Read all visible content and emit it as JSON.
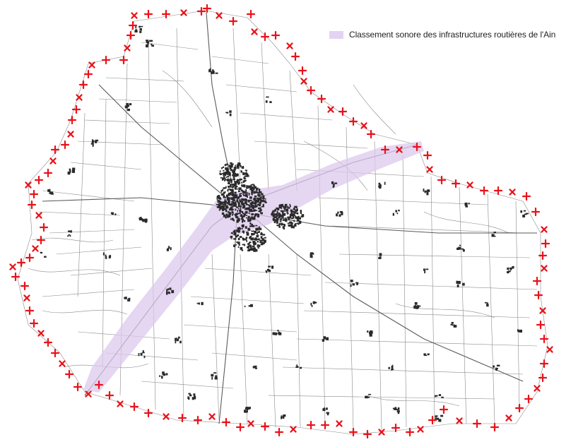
{
  "legend": {
    "label": "Classement sonore des infrastructures routières de l'Ain",
    "swatch_color": "#e3d3f1"
  },
  "colors": {
    "noise_band": "#dcc8ee",
    "boundary_marker": "#e8131a",
    "parcel_line": "#8a8a8a",
    "road_line": "#5a5a5a",
    "building_fill": "#2a2a2a"
  },
  "map": {
    "layers": [
      "parcel-lines",
      "roads",
      "buildings",
      "noise-classification-band",
      "commune-boundary-markers"
    ],
    "boundary_marker_icon": "cross-icon"
  }
}
